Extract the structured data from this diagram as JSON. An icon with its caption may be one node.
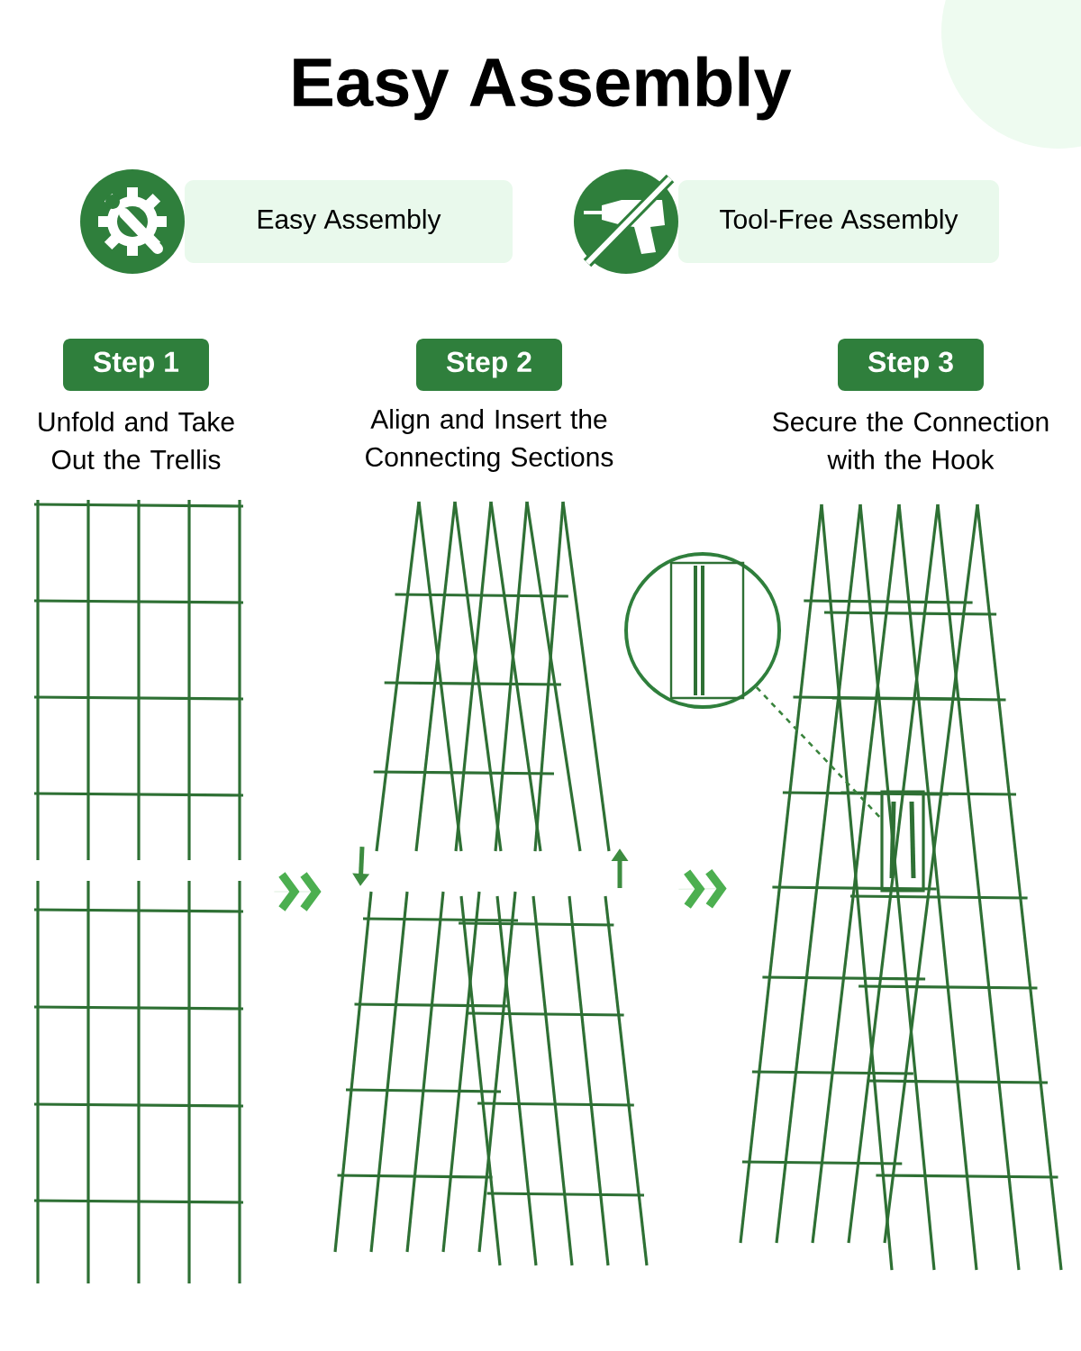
{
  "diagram": {
    "title": "Easy Assembly",
    "nodes": [
      {
        "text": [
          "Easy Assembly"
        ]
      },
      {
        "text": [
          "Tool-Free Assembly"
        ]
      },
      {
        "text": [
          "Step 1"
        ],
        "beside": [
          "Unfold and Take Out the Trellis"
        ]
      },
      {
        "text": [
          "Step 2"
        ],
        "beside": [
          "Align and Insert the Connecting Sections"
        ]
      },
      {
        "text": [
          "Step 3"
        ],
        "beside": [
          "Secure the Connection with the Hook"
        ]
      },
      {
        "text": [],
        "shape": "picture"
      },
      {
        "text": [],
        "shape": "picture"
      },
      {
        "text": [],
        "shape": "picture"
      },
      {
        "text": [],
        "shape": "circle"
      },
      {
        "text": [],
        "shape": "box",
        "in": 7
      }
    ],
    "edges": [
      {
        "from": 5,
        "to": 6,
        "arrow": "to"
      },
      {
        "from": 6,
        "to": 7,
        "arrow": "to"
      },
      {
        "from": 8,
        "to": 9,
        "arrow": "none",
        "style": "dashed"
      }
    ]
  }
}
